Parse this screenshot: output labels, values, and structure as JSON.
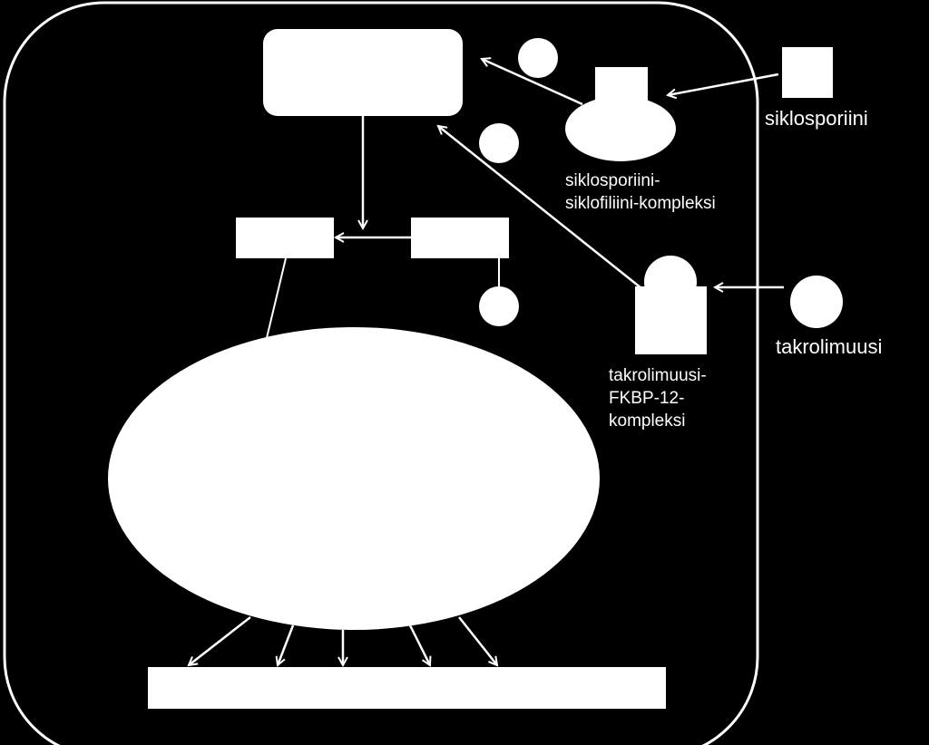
{
  "colors": {
    "background": "#000000",
    "foreground": "#ffffff"
  },
  "labels": {
    "cyclosporine": "siklosporiini",
    "cyclosporine_complex": [
      "siklosporiini-",
      "siklofiliini-kompleksi"
    ],
    "tacrolimus": "takrolimuusi",
    "tacrolimus_complex": [
      "takrolimuusi-",
      "FKBP-12-",
      "kompleksi"
    ]
  }
}
